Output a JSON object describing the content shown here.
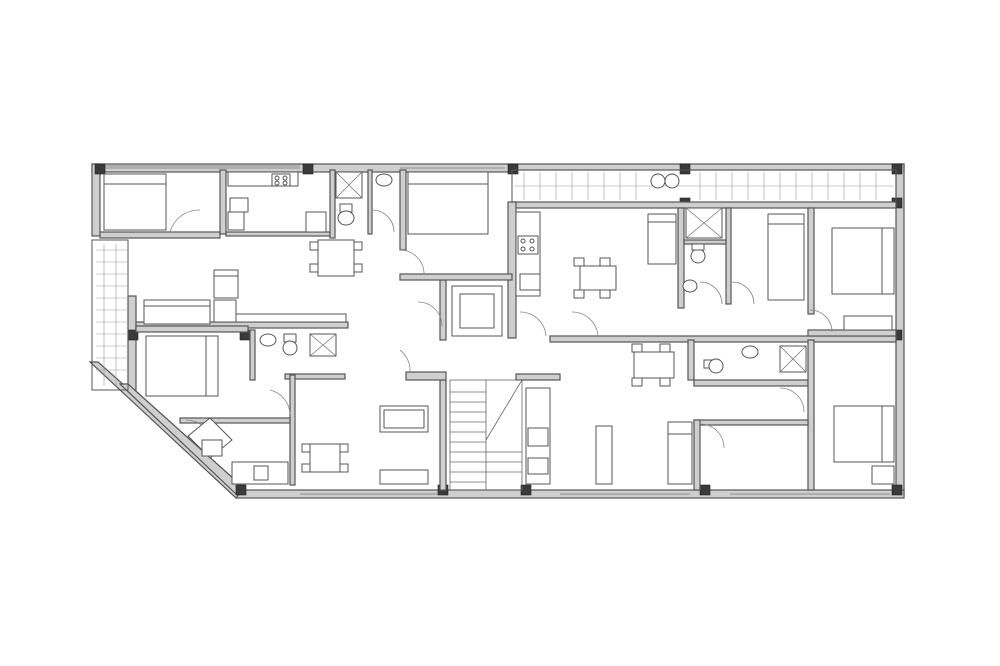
{
  "diagram": {
    "type": "architectural-floor-plan",
    "palette": {
      "background": "#ffffff",
      "wall": "#cfcfcf",
      "line": "#555555",
      "column": "#3a3a3a"
    },
    "units": [
      {
        "id": "unit-west",
        "rooms": [
          "bedroom",
          "kitchen",
          "bathroom",
          "shower-room",
          "living-dining",
          "terrace"
        ]
      },
      {
        "id": "unit-southwest",
        "rooms": [
          "bedroom",
          "kitchen",
          "bathroom",
          "living-dining"
        ]
      },
      {
        "id": "unit-northeast",
        "rooms": [
          "kitchen",
          "dining",
          "bathroom",
          "bedroom",
          "bedroom",
          "terrace"
        ]
      },
      {
        "id": "unit-southeast",
        "rooms": [
          "kitchen",
          "living-dining",
          "bathroom",
          "bedroom"
        ]
      }
    ],
    "core": [
      "staircase",
      "elevator",
      "landing"
    ]
  }
}
